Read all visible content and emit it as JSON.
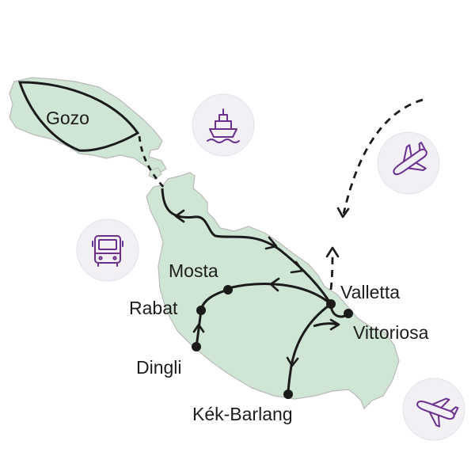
{
  "map": {
    "colors": {
      "land": "#cfe6d5",
      "land_stroke": "#b9b9b9",
      "route": "#1b1b1b",
      "icon_accent": "#6a2f8f",
      "icon_circle": "#f2eff5"
    },
    "places": {
      "gozo": "Gozo",
      "mosta": "Mosta",
      "rabat": "Rabat",
      "dingli": "Dingli",
      "valletta": "Valletta",
      "vittoriosa": "Vittoriosa",
      "blue_lagoon": "Kék-Barlang"
    },
    "icons": {
      "ferry": "ship-icon",
      "bus": "bus-icon",
      "flight_arrival": "airplane-arrival-icon",
      "flight_departure": "airplane-departure-icon"
    }
  }
}
